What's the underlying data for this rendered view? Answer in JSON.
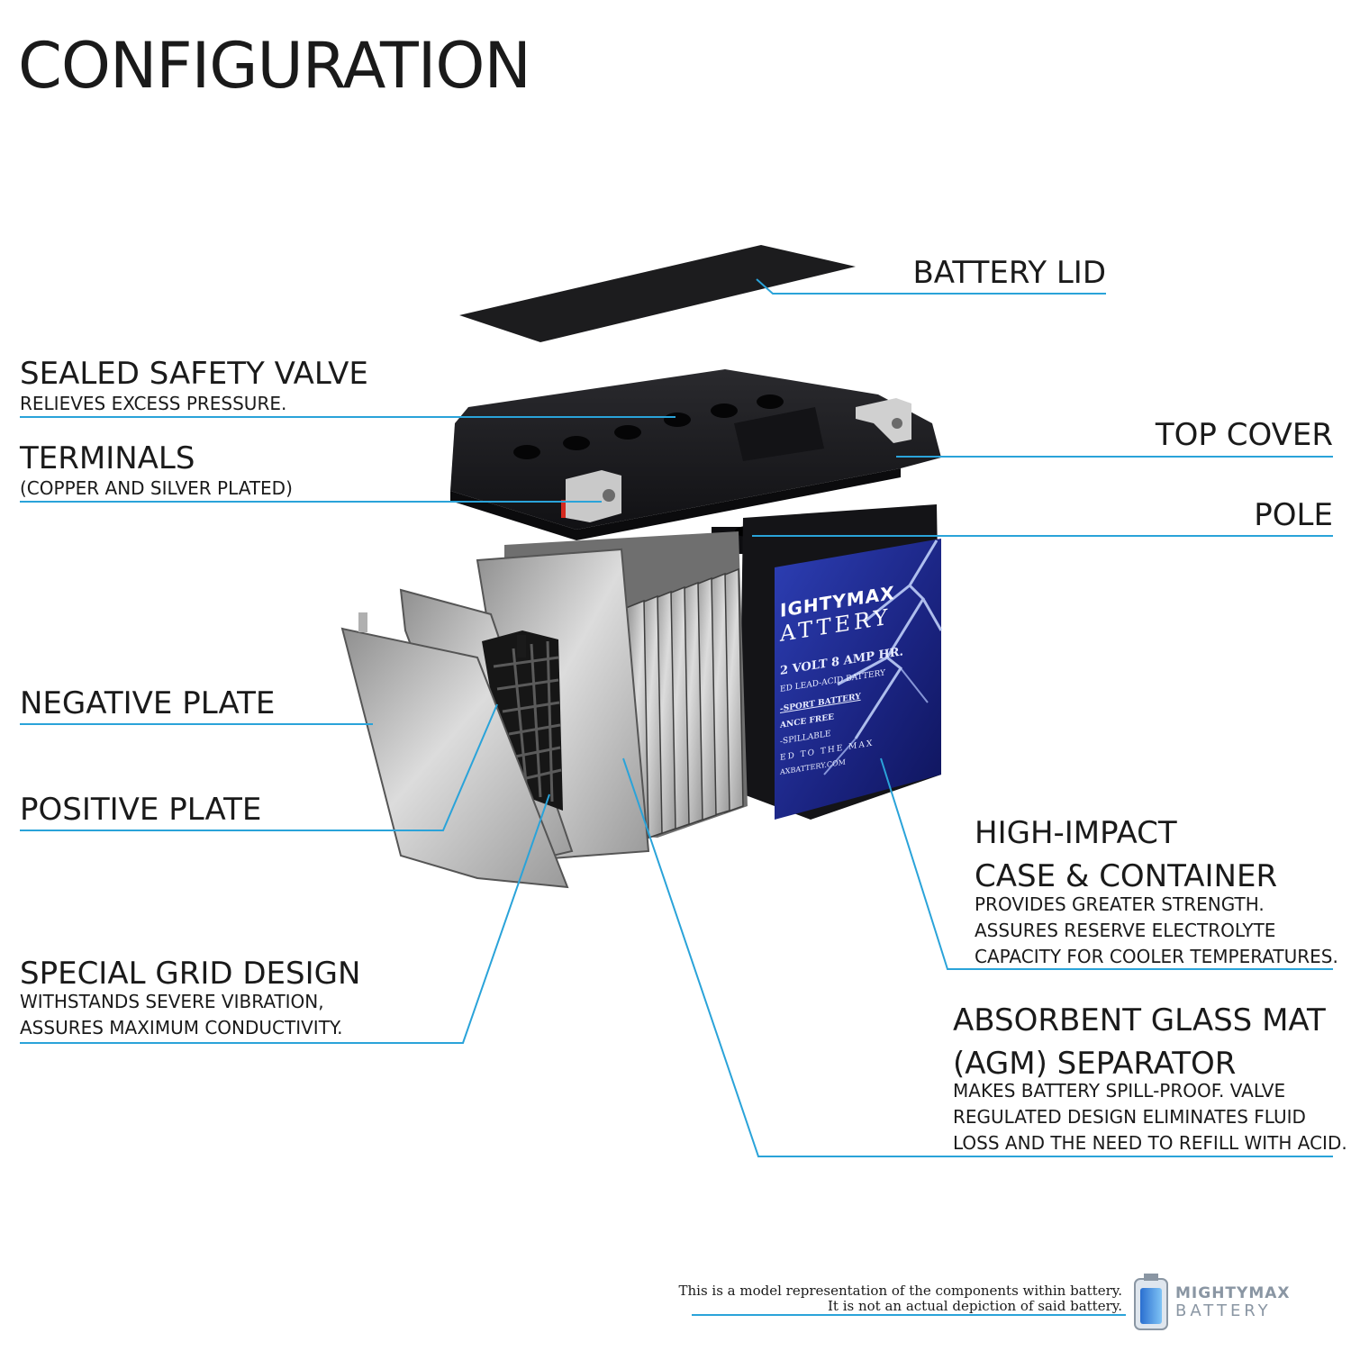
{
  "title": "CONFIGURATION",
  "labels": {
    "battery_lid": "BATTERY LID",
    "sealed_safety_valve": "SEALED SAFETY VALVE",
    "sealed_safety_valve_desc": "RELIEVES EXCESS PRESSURE.",
    "terminals": "TERMINALS",
    "terminals_desc": "(COPPER AND SILVER PLATED)",
    "top_cover": "TOP COVER",
    "pole": "POLE",
    "negative_plate": "NEGATIVE PLATE",
    "positive_plate": "POSITIVE PLATE",
    "special_grid_design": "SPECIAL GRID DESIGN",
    "special_grid_desc_1": "WITHSTANDS SEVERE VIBRATION,",
    "special_grid_desc_2": "ASSURES MAXIMUM CONDUCTIVITY.",
    "high_impact_1": "HIGH-IMPACT",
    "high_impact_2": "CASE & CONTAINER",
    "high_impact_desc_1": "PROVIDES GREATER STRENGTH.",
    "high_impact_desc_2": "ASSURES RESERVE ELECTROLYTE",
    "high_impact_desc_3": "CAPACITY FOR COOLER TEMPERATURES.",
    "agm_1": "ABSORBENT GLASS MAT",
    "agm_2": "(AGM) SEPARATOR",
    "agm_desc_1": "MAKES BATTERY SPILL-PROOF. VALVE",
    "agm_desc_2": "REGULATED DESIGN ELIMINATES FLUID",
    "agm_desc_3": "LOSS AND THE NEED TO REFILL WITH ACID."
  },
  "battery_label": {
    "brand_1": "IGHTYMAX",
    "brand_2": "ATTERY",
    "line_1": "2 VOLT 8 AMP HR.",
    "line_2": "ED LEAD-ACID BATTERY",
    "line_3": "-SPORT BATTERY",
    "line_4": "ANCE FREE",
    "line_5": "-SPILLABLE",
    "line_6": "ED TO THE MAX",
    "line_7": "AXBATTERY.COM"
  },
  "footer": {
    "note_1": "This is a model representation of the components within battery.",
    "note_2": "It is not an actual depiction of said battery.",
    "logo_1": "MIGHTYMAX",
    "logo_2": "BATTERY"
  },
  "colors": {
    "leader": "#2aa3d9",
    "case": "#1b1b1f",
    "label_blue": "#1f2d8f",
    "plate": "#b9b9b9"
  }
}
